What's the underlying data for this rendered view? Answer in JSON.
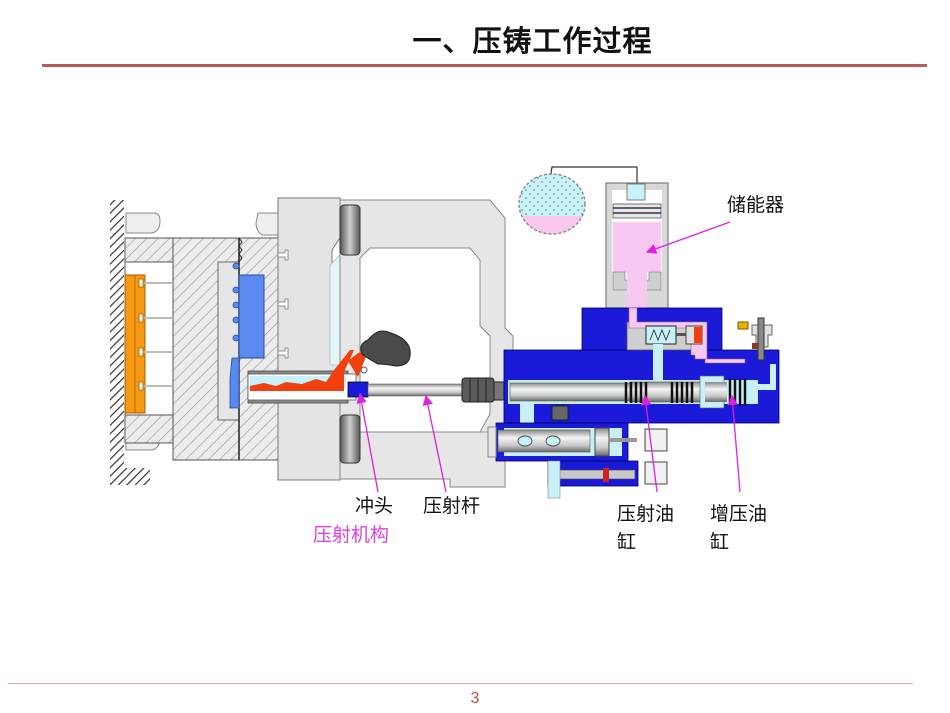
{
  "slide": {
    "title": "一、压铸工作过程",
    "page_number": "3",
    "accent_color": "#b85a5a"
  },
  "diagram": {
    "subject": "die-casting machine injection system cross-section",
    "labels": {
      "accumulator": "储能器",
      "plunger": "冲头",
      "injection_rod": "压射杆",
      "injection_mechanism": "压射机构",
      "injection_cylinder_line1": "压射油",
      "injection_cylinder_line2": "缸",
      "booster_cylinder_line1": "增压油",
      "booster_cylinder_line2": "缸"
    },
    "colors": {
      "hydraulic_block": "#1a1ad8",
      "oil_light": "#c8f0f8",
      "accumulator_fluid": "#f8c8f0",
      "molten_metal": "#f04010",
      "ejector_plate": "#f59a10",
      "die_cavity": "#5a8af0",
      "frame_gray": "#e4e4e4",
      "arrow_magenta": "#e020e0"
    }
  }
}
